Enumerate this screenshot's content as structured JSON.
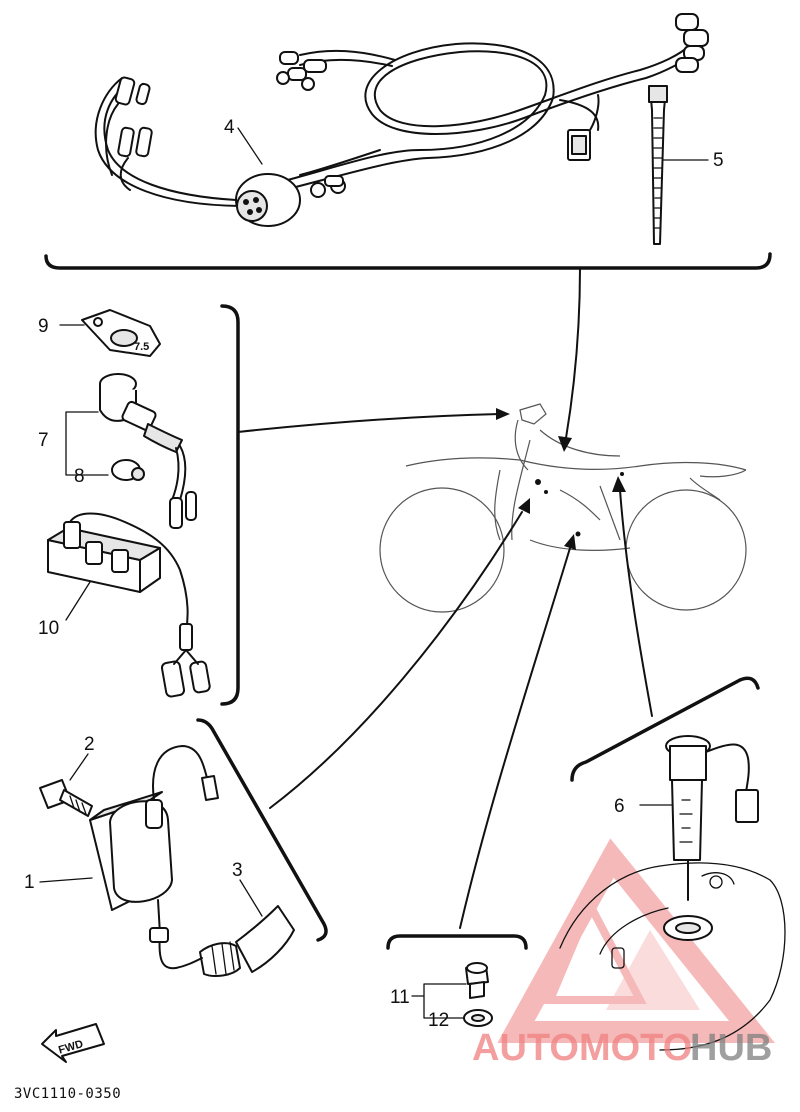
{
  "diagram": {
    "callouts": [
      {
        "id": "1",
        "text": "1"
      },
      {
        "id": "2",
        "text": "2"
      },
      {
        "id": "3",
        "text": "3"
      },
      {
        "id": "4",
        "text": "4"
      },
      {
        "id": "5",
        "text": "5"
      },
      {
        "id": "6",
        "text": "6"
      },
      {
        "id": "7",
        "text": "7"
      },
      {
        "id": "8",
        "text": "8"
      },
      {
        "id": "9",
        "text": "9"
      },
      {
        "id": "10",
        "text": "10"
      },
      {
        "id": "11",
        "text": "11"
      },
      {
        "id": "12",
        "text": "12"
      }
    ],
    "fwd_label": "FWD",
    "drawing_code": "3VC1110-0350",
    "part_tag_text": "7.5"
  },
  "watermark": {
    "part1": "AUTOMOTO",
    "part2": "HUB",
    "color_primary": "#f08080",
    "color_secondary": "#808080"
  }
}
